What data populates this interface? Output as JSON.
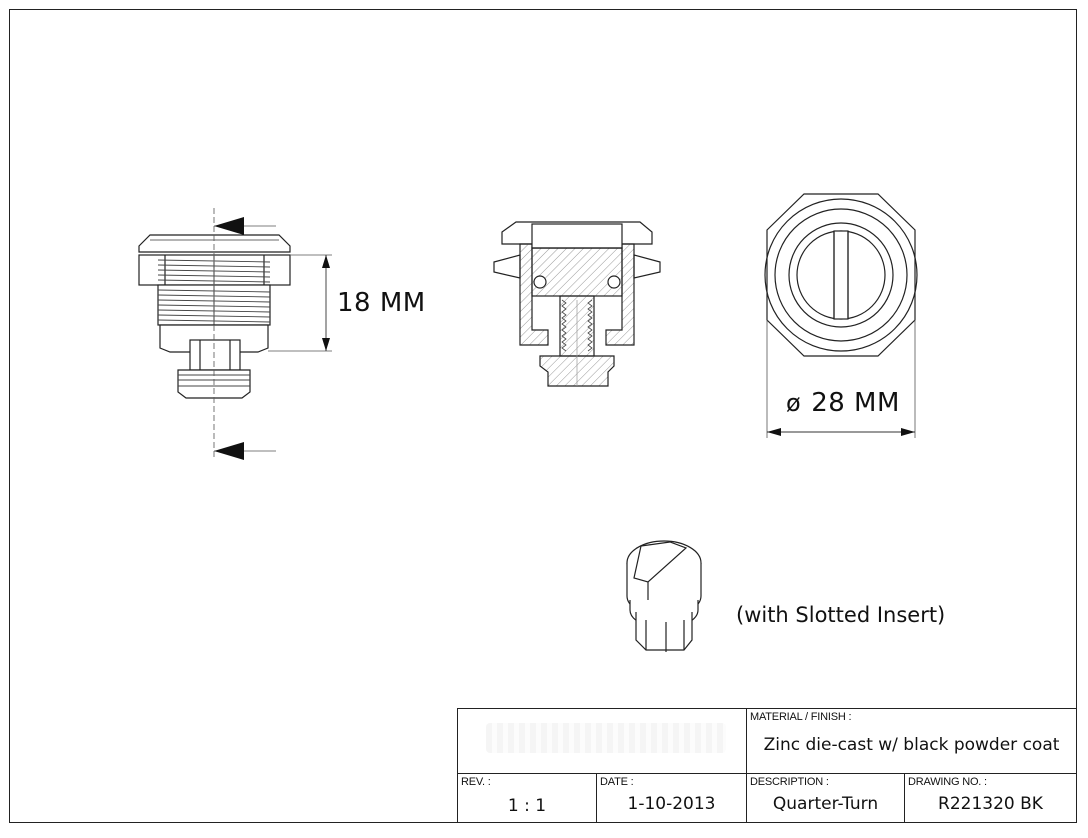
{
  "dimensions": {
    "height_label": "18 MM",
    "diameter_symbol": "ø",
    "diameter_label": "28 MM"
  },
  "insert_caption": "(with Slotted Insert)",
  "title_block": {
    "material_label": "MATERIAL / FINISH :",
    "material_value": "Zinc die-cast w/ black powder coat",
    "rev_label": "REV. :",
    "rev_value": "1 : 1",
    "date_label": "DATE :",
    "date_value": "1-10-2013",
    "description_label": "DESCRIPTION :",
    "description_value": "Quarter-Turn",
    "drawing_no_label": "DRAWING NO. :",
    "drawing_no_value": "R221320 BK"
  },
  "colors": {
    "line": "#222222",
    "section_fill": "#dddddd"
  }
}
